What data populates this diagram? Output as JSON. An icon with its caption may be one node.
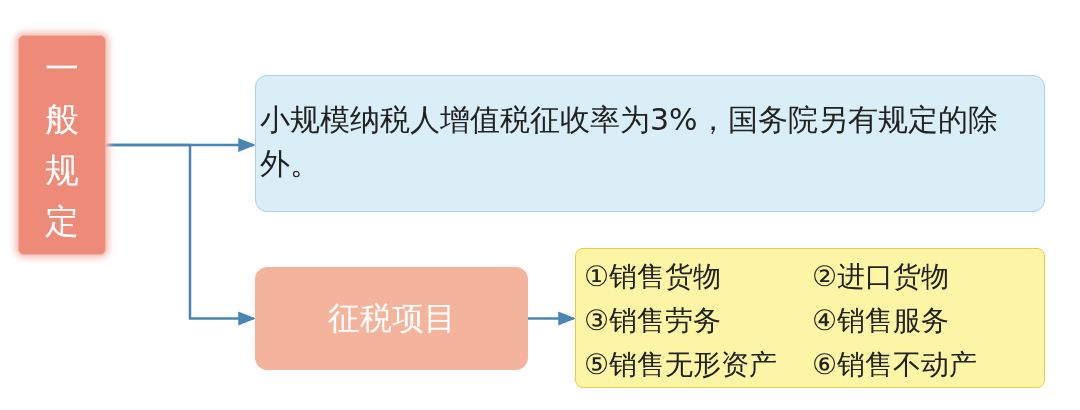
{
  "diagram": {
    "nodes": [
      {
        "text": [
          "一般规定"
        ]
      },
      {
        "text": [
          "小规模纳税人增值税征收率为3%，国务院另有规定的除外。"
        ]
      },
      {
        "text": [
          "征税项目"
        ]
      },
      {
        "text": [
          "①销售货物",
          "②进口货物",
          "③销售劳务",
          "④销售服务",
          "⑤销售无形资产",
          "⑥销售不动产"
        ]
      }
    ],
    "edges": [
      {
        "from": 0,
        "to": 1,
        "arrow": "to"
      },
      {
        "from": 0,
        "to": 2,
        "arrow": "to"
      },
      {
        "from": 2,
        "to": 3,
        "arrow": "to"
      }
    ]
  }
}
